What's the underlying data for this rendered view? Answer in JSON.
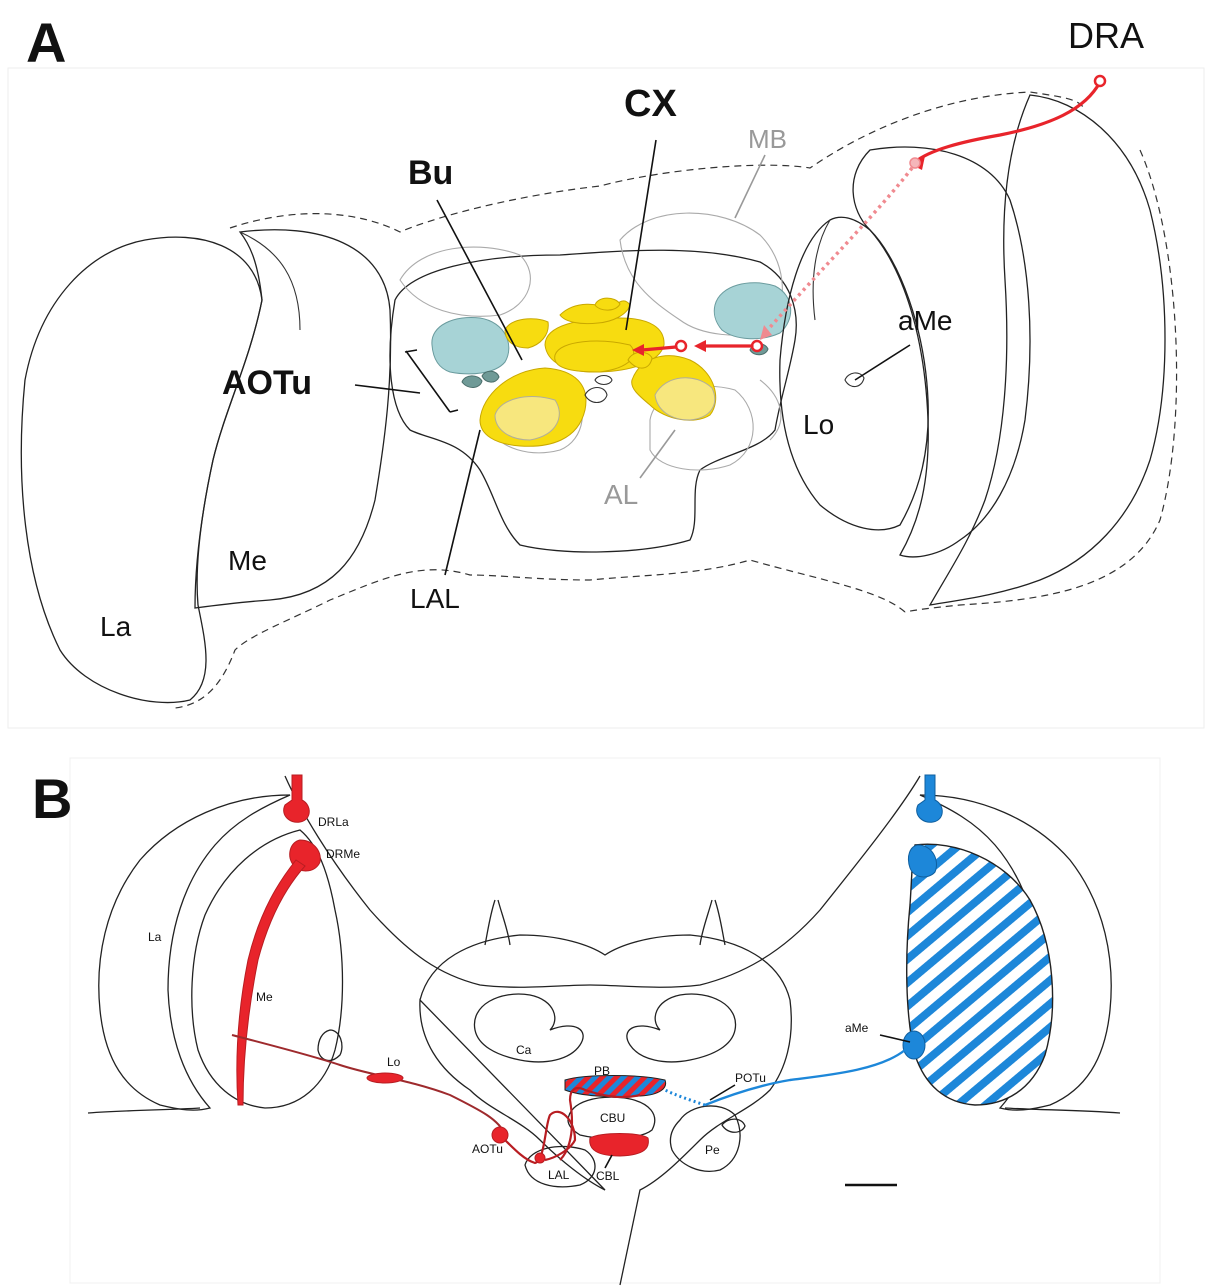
{
  "panel_a": {
    "letter": "A",
    "labels": {
      "dra": "DRA",
      "cx": "CX",
      "mb": "MB",
      "bu": "Bu",
      "ame": "aMe",
      "aotu": "AOTu",
      "lo": "Lo",
      "al": "AL",
      "me": "Me",
      "lal": "LAL",
      "la": "La"
    }
  },
  "panel_b": {
    "letter": "B",
    "labels": {
      "drla": "DRLa",
      "drme": "DRMe",
      "la": "La",
      "me": "Me",
      "lo": "Lo",
      "ca": "Ca",
      "pb": "PB",
      "potu": "POTu",
      "ame": "aMe",
      "cbu": "CBU",
      "aotu": "AOTu",
      "lal": "LAL",
      "cbl": "CBL",
      "pe": "Pe"
    }
  },
  "colors": {
    "pathway_red": "#e8242b",
    "pathway_blue": "#1d87d9",
    "cx_yellow": "#f7dc10",
    "teal": "#a7d3d6"
  }
}
